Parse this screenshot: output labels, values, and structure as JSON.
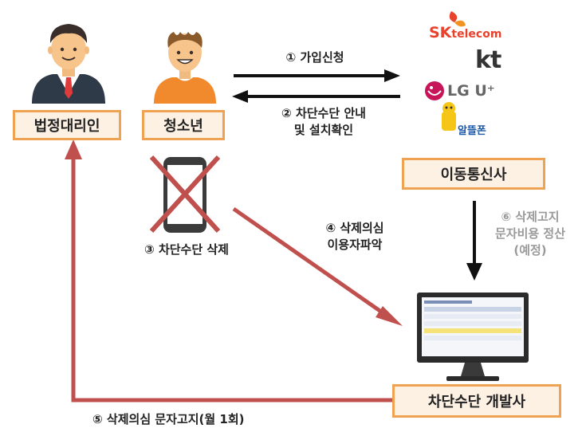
{
  "actors": {
    "guardian": "법정대리인",
    "youth": "청소년",
    "carrier": "이동통신사",
    "developer": "차단수단 개발사"
  },
  "carriers": {
    "sk_brand": "SK",
    "sk_sub": "telecom",
    "kt": "kt",
    "lgu": "LG U⁺",
    "mvno": "알뜰폰"
  },
  "steps": {
    "s1": "① 가입신청",
    "s2_line1": "② 차단수단 안내",
    "s2_line2": "및 설치확인",
    "s3": "③ 차단수단 삭제",
    "s4_line1": "④ 삭제의심",
    "s4_line2": "이용자파악",
    "s5": "⑤ 삭제의심 문자고지(월 1회)",
    "s6_line1": "⑥ 삭제고지",
    "s6_line2": "문자비용 정산",
    "s6_line3": "(예정)"
  },
  "colors": {
    "box_border": "#f0a253",
    "box_fill": "#fdf1e4",
    "red_arrow": "#c0504d",
    "dark_arrow": "#111111"
  }
}
